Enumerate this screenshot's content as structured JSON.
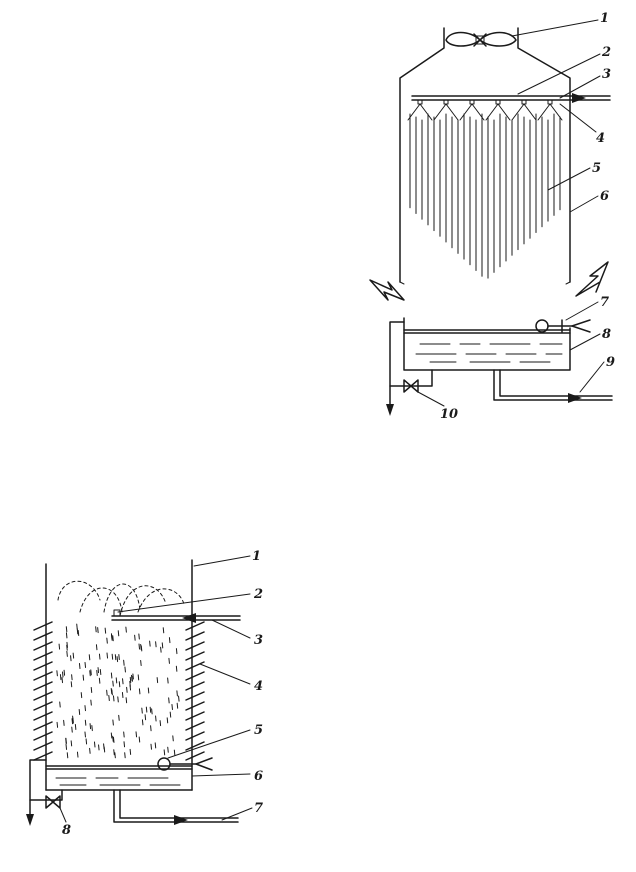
{
  "top_figure": {
    "labels": [
      "1",
      "2",
      "3",
      "4",
      "5",
      "6",
      "7",
      "8",
      "9",
      "10"
    ]
  },
  "bottom_figure": {
    "labels": [
      "1",
      "2",
      "3",
      "4",
      "5",
      "6",
      "7",
      "8"
    ]
  },
  "colors": {
    "ink": "#1a1a1a",
    "background": "#ffffff"
  }
}
